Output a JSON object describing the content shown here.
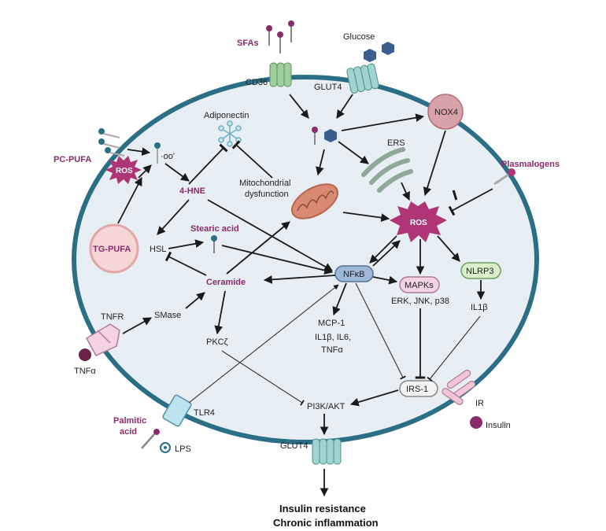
{
  "labels": {
    "sfas": "SFAs",
    "glucose": "Glucose",
    "cd36": "CD36",
    "glut4_top": "GLUT4",
    "nox4": "NOX4",
    "adiponectin": "Adiponectin",
    "pc_pufa": "PC-PUFA",
    "ros_small": "ROS",
    "oo": "·oo'",
    "four_hne": "4-HNE",
    "ers": "ERS",
    "mito": "Mitochondrial",
    "mito2": "dysfunction",
    "plasmalogens": "Plasmalogens",
    "ros_big": "ROS",
    "tg_pufa": "TG-PUFA",
    "hsl": "HSL",
    "stearic": "Stearic acid",
    "ceramide": "Ceramide",
    "nfkb": "NFκB",
    "mapks": "MAPKs",
    "erk": "ERK, JNK, p38",
    "nlrp3": "NLRP3",
    "il1b": "IL1β",
    "tnfr": "TNFR",
    "smase": "SMase",
    "tnfa": "TNFα",
    "pkcz": "PKCζ",
    "mcp1": "MCP-1",
    "il_list": "IL1β, IL6,",
    "tnfa2": "TNFα",
    "irs1": "IRS-1",
    "ir": "IR",
    "insulin": "Insulin",
    "tlr4": "TLR4",
    "pi3k": "PI3K/AKT",
    "palmitic": "Palmitic",
    "acid": "acid",
    "lps": "LPS",
    "glut4_bottom": "GLUT4",
    "outcome1": "Insulin resistance",
    "outcome2": "Chronic inflammation"
  },
  "colors": {
    "cell_fill": "#e8eff4",
    "cell_border": "#2b6f86",
    "purple": "#8a2b6b",
    "ros_fill": "#b03576",
    "green": "#9fcf9c",
    "teal": "#9fd4d0",
    "nox4": "#d9a1a8",
    "nfkb": "#9fb8d8",
    "mapks": "#f2d3e3",
    "nlrp3": "#d8f0cc",
    "tg_pufa": "#f8d6d6",
    "mito": "#d98a72",
    "ers": "#8fa89a",
    "glucose": "#3a5f8f",
    "tnfr": "#f5d3e5",
    "tlr4": "#bde3ef"
  }
}
